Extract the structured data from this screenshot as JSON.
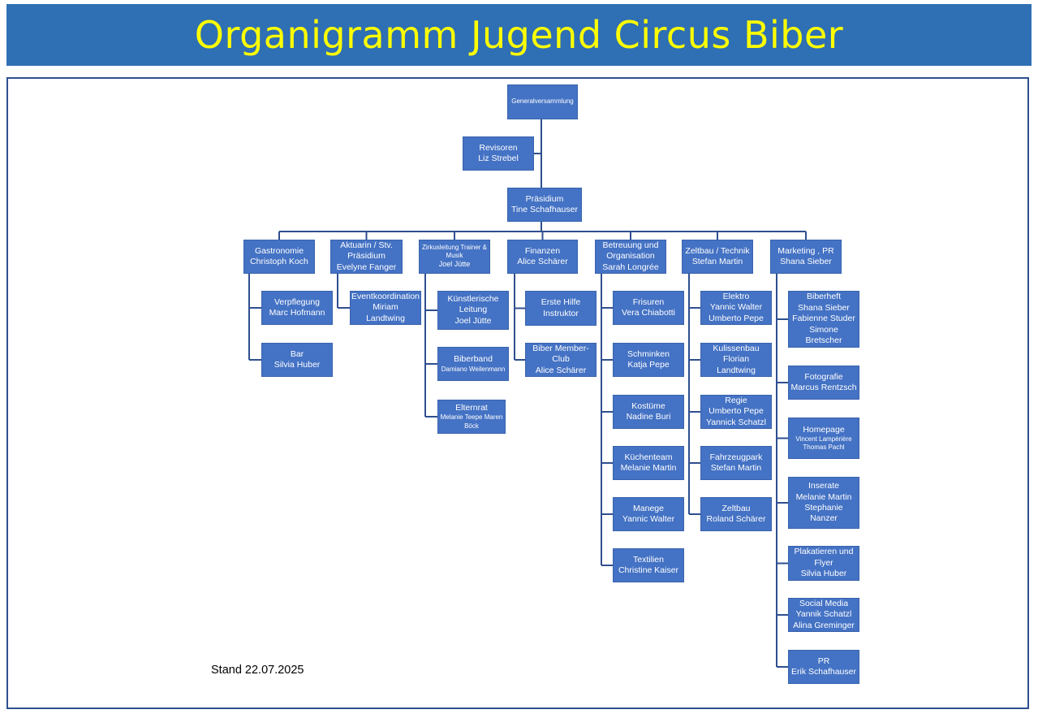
{
  "title": "Organigramm Jugend Circus Biber",
  "stand": "Stand 22.07.2025",
  "colors": {
    "title_bg": "#2f6fb4",
    "title_text": "#ffff00",
    "box_fill": "#4472c4",
    "line": "#2f4f8f"
  },
  "top": {
    "generalversammlung": {
      "title": "Generalversammlung"
    },
    "revisoren": {
      "title": "Revisoren",
      "names": "Liz Strebel"
    },
    "praesidium": {
      "title": "Präsidium",
      "names": "Tine Schafhauser"
    }
  },
  "departments": [
    {
      "title": "Gastronomie",
      "names": "Christoph Koch",
      "children": [
        {
          "title": "Verpflegung",
          "names": "Marc Hofmann"
        },
        {
          "title": "Bar",
          "names": "Silvia Huber"
        }
      ]
    },
    {
      "title": "Aktuarin / Stv. Präsidium",
      "names": "Evelyne Fanger",
      "children": [
        {
          "title": "Eventkoordination",
          "names": "Miriam Landtwing"
        }
      ]
    },
    {
      "title": "Zirkusleitung Trainer & Musik",
      "names": "Joel Jütte",
      "children": [
        {
          "title": "Künstlerische Leitung",
          "names": "Joel Jütte"
        },
        {
          "title": "Biberband",
          "names": "Damiano Weilenmann"
        },
        {
          "title": "Elternrat",
          "names": "Melanie Teepe Maren Böck"
        }
      ]
    },
    {
      "title": "Finanzen",
      "names": "Alice Schärer",
      "children": [
        {
          "title": "Erste Hilfe Instruktor",
          "names": ""
        },
        {
          "title": "Biber Member-Club",
          "names": "Alice Schärer"
        }
      ]
    },
    {
      "title": "Betreuung und Organisation",
      "names": "Sarah Longrée",
      "children": [
        {
          "title": "Frisuren",
          "names": "Vera Chiabotti"
        },
        {
          "title": "Schminken",
          "names": "Katja Pepe"
        },
        {
          "title": "Kostüme",
          "names": "Nadine Buri"
        },
        {
          "title": "Küchenteam",
          "names": "Melanie Martin"
        },
        {
          "title": "Manege",
          "names": "Yannic Walter"
        },
        {
          "title": "Textilien",
          "names": "Christine Kaiser"
        }
      ]
    },
    {
      "title": "Zeltbau / Technik",
      "names": "Stefan Martin",
      "children": [
        {
          "title": "Elektro",
          "names": "Yannic Walter Umberto Pepe"
        },
        {
          "title": "Kulissenbau",
          "names": "Florian Landtwing"
        },
        {
          "title": "Regie",
          "names": "Umberto Pepe Yannick Schatzl"
        },
        {
          "title": "Fahrzeugpark",
          "names": "Stefan Martin"
        },
        {
          "title": "Zeltbau",
          "names": "Roland Schärer"
        }
      ]
    },
    {
      "title": "Marketing , PR",
      "names": "Shana Sieber",
      "children": [
        {
          "title": "Biberheft",
          "names": "Shana Sieber Fabienne Studer Simone Bretscher"
        },
        {
          "title": "Fotografie",
          "names": "Marcus Rentzsch"
        },
        {
          "title": "Homepage",
          "names": "Vincent Lampérière Thomas Pachl"
        },
        {
          "title": "Inserate",
          "names": "Melanie Martin Stephanie Nanzer"
        },
        {
          "title": "Plakatieren und Flyer",
          "names": "Silvia Huber"
        },
        {
          "title": "Social Media",
          "names": "Yannik Schatzl Alina Greminger"
        },
        {
          "title": "PR",
          "names": "Erik Schafhauser"
        }
      ]
    }
  ]
}
